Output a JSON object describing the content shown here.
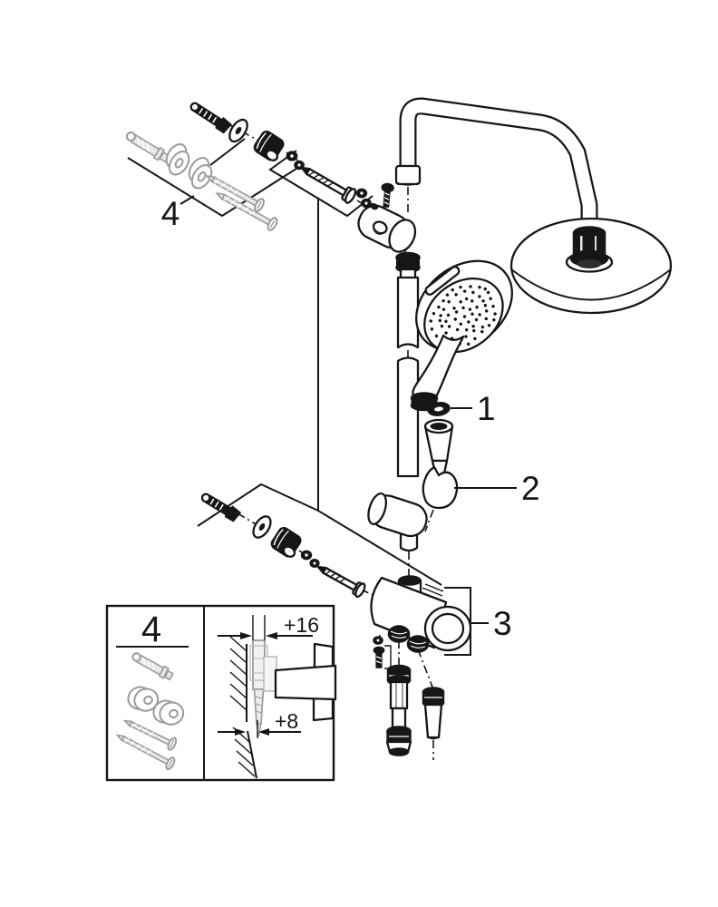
{
  "diagram": {
    "type": "exploded-parts-diagram",
    "callouts": {
      "part1": "1",
      "part2": "2",
      "part3": "3",
      "part4": "4"
    },
    "inset": {
      "hardware_label": "4",
      "dim_offset_top": "+16",
      "dim_offset_bottom": "+8"
    },
    "colors": {
      "line": "#161616",
      "secondary_gray": "#9a9a9a",
      "background": "#ffffff"
    }
  }
}
